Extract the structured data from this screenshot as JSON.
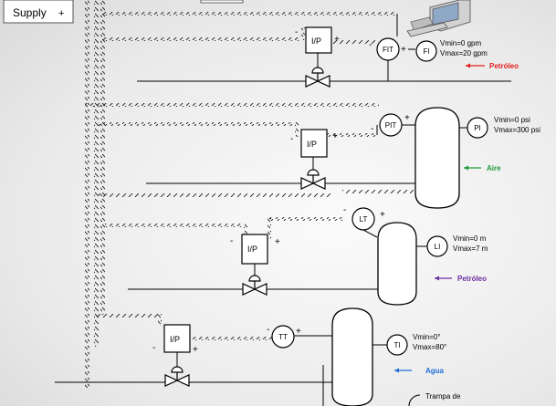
{
  "supply": {
    "label": "Supply",
    "sign": "+"
  },
  "instrument_tags": {
    "flow_transmitter": "FIT",
    "flow_indicator": "FI",
    "pressure_transmitter": "PIT",
    "pressure_indicator": "PI",
    "level_transmitter": "LT",
    "level_indicator": "LI",
    "temperature_transmitter": "TT",
    "temperature_indicator": "TI"
  },
  "converter_label": "I/P",
  "signs": {
    "plus": "+",
    "minus": "-"
  },
  "ranges": {
    "flow": {
      "min": "Vmin=0 gpm",
      "max": "Vmax=20 gpm"
    },
    "pressure": {
      "min": "Vmin=0 psi",
      "max": "Vmax=300 psi"
    },
    "level": {
      "min": "Vmin=0 m",
      "max": "Vmax=7 m"
    },
    "temperature": {
      "min": "Vmin=0°",
      "max": "Vmax=80°"
    }
  },
  "streams": [
    {
      "label": "Petróleo",
      "color": "#e41e1e"
    },
    {
      "label": "Aire",
      "color": "#1f9a3a"
    },
    {
      "label": "Petróleo",
      "color": "#6b2fa0"
    },
    {
      "label": "Agua",
      "color": "#1e6fd9"
    }
  ],
  "trap_label": "Trampa de",
  "icons": [
    "computer-icon",
    "control-valve-icon",
    "arrow-left-icon"
  ]
}
